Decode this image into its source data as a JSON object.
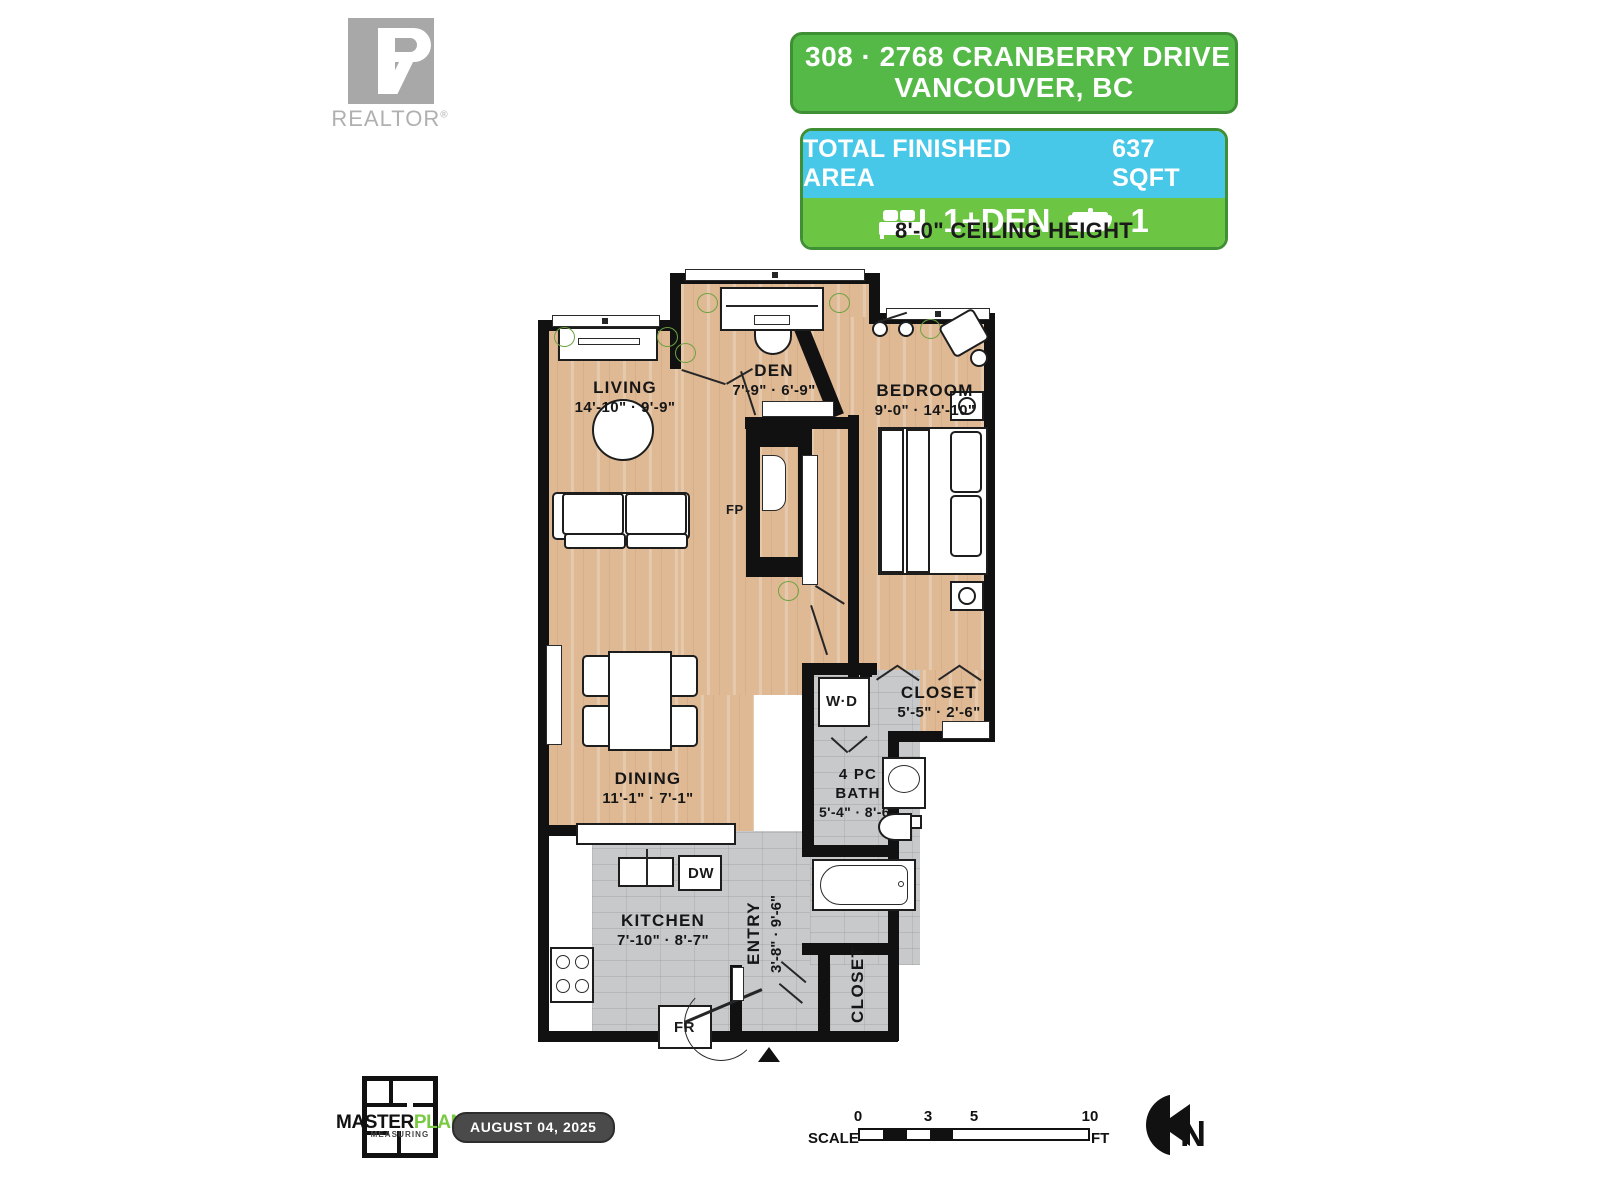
{
  "header": {
    "realtor_logo_text": "REALTOR",
    "realtor_logo_mark": "registered-trademark",
    "address_line1": "308 · 2768 CRANBERRY DRIVE",
    "address_line2": "VANCOUVER, BC",
    "area_label": "TOTAL FINISHED AREA",
    "area_value": "637 SQFT",
    "bed_count": "1+DEN",
    "bath_count": "1",
    "ceiling_height": "8'-0\" CEILING HEIGHT",
    "colors": {
      "banner_green": "#55b948",
      "banner_green_border": "#3f8f34",
      "area_blue": "#48c8e8",
      "count_green": "#6cc644"
    }
  },
  "plan": {
    "rooms": [
      {
        "name": "LIVING",
        "dim": "14'-10\" · 9'-9\""
      },
      {
        "name": "DEN",
        "dim": "7'-9\" · 6'-9\""
      },
      {
        "name": "BEDROOM",
        "dim": "9'-0\" · 14'-10\""
      },
      {
        "name": "CLOSET",
        "dim": "5'-5\" · 2'-6\""
      },
      {
        "name": "DINING",
        "dim": "11'-1\" · 7'-1\""
      },
      {
        "name": "4 PC",
        "dim": "5'-4\" · 8'-6\"",
        "name2": "BATH"
      },
      {
        "name": "KITCHEN",
        "dim": "7'-10\" · 8'-7\""
      },
      {
        "name": "ENTRY",
        "dim": "3'-8\" · 9'-6\""
      },
      {
        "name": "CLOSET",
        "dim": ""
      }
    ],
    "appliances": {
      "washer_dryer": "W·D",
      "dishwasher": "DW",
      "fridge": "FR",
      "fireplace": "FP"
    },
    "colors": {
      "wood_floor": "#dfb894",
      "tile_floor": "#c8c9cb",
      "wall": "#111111"
    }
  },
  "footer": {
    "company_name_part1": "MASTER",
    "company_name_part2": "PLAN",
    "company_tagline": "MEASURING",
    "date": "AUGUST 04, 2025",
    "scale_label": "SCALE",
    "scale_unit": "FT",
    "scale_ticks": [
      "0",
      "3",
      "5",
      "10"
    ],
    "north_letter": "N"
  }
}
